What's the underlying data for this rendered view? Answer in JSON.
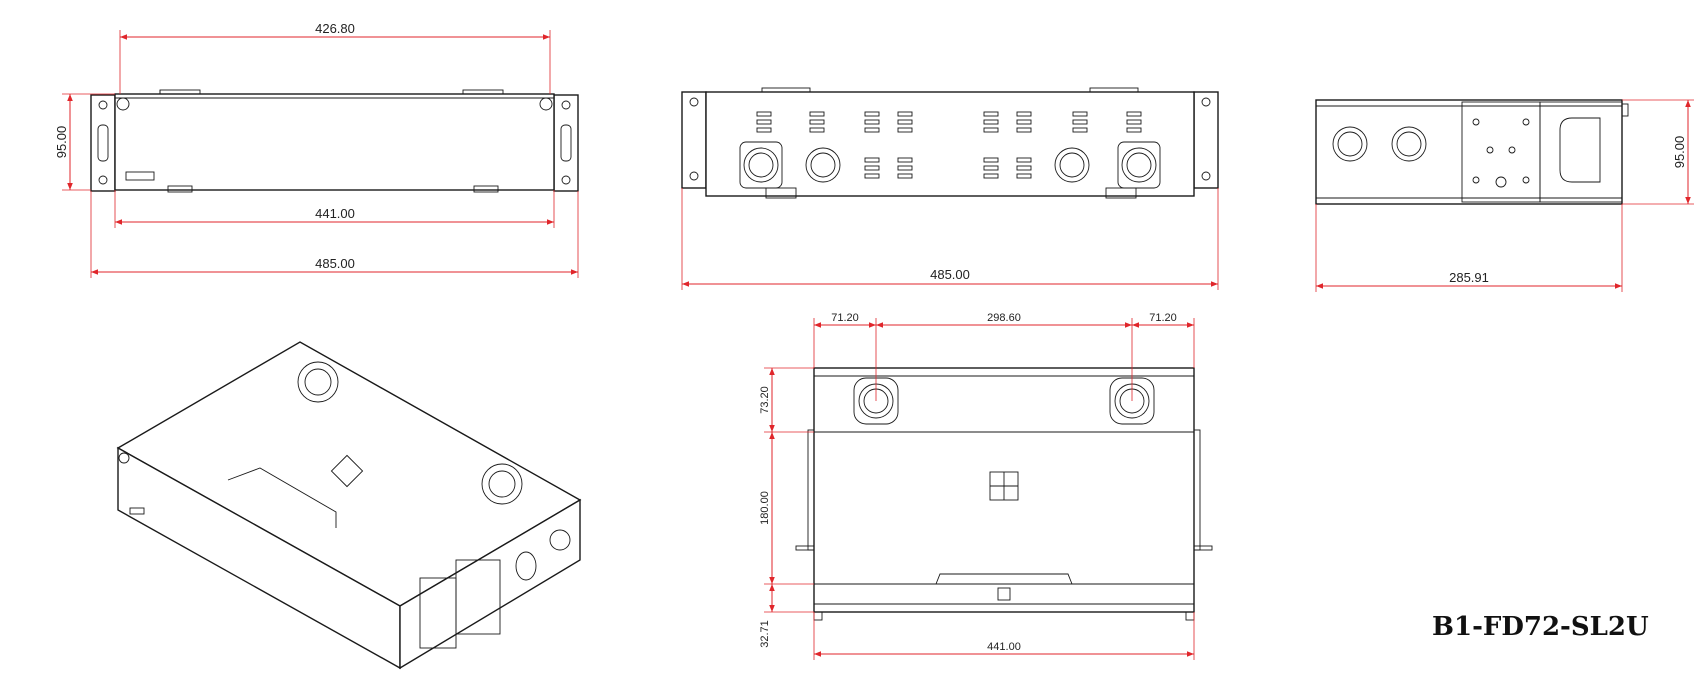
{
  "model": "B1-FD72-SL2U",
  "dimensions": {
    "front_inner_width": "426.80",
    "front_height": "95.00",
    "front_body_width": "441.00",
    "front_overall_width": "485.00",
    "rear_overall_width": "485.00",
    "side_height": "95.00",
    "side_depth": "285.91",
    "top_left_offset": "71.20",
    "top_center": "298.60",
    "top_right_offset": "71.20",
    "top_depth_1": "73.20",
    "top_depth_2": "180.00",
    "top_depth_3": "32.71",
    "top_width": "441.00"
  },
  "colors": {
    "dimension": "#e0262b",
    "outline": "#1a1a1a"
  }
}
